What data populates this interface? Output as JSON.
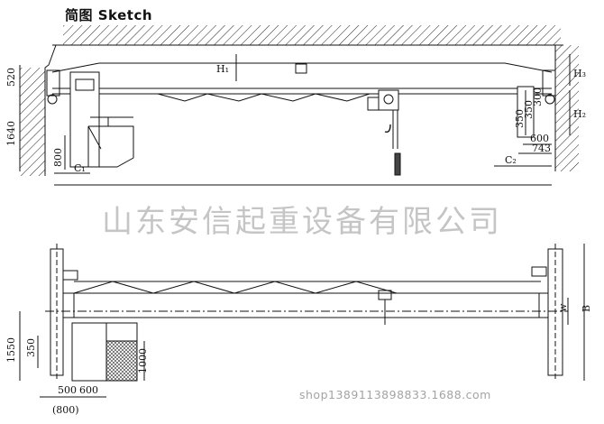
{
  "title": "简图 Sketch",
  "watermark": "山东安信起重设备有限公司",
  "shop_url": "shop1389113898833.1688.com",
  "side_view": {
    "dims": {
      "top_height": "520",
      "side_height": "1640",
      "cab_height": "800",
      "h1": "H₁",
      "h2": "H₂",
      "h3": "H₃",
      "c1": "C₁",
      "c2": "C₂",
      "d350a": "350",
      "d350b": "350",
      "d300": "300",
      "d600": "600",
      "d743": "743"
    }
  },
  "plan_view": {
    "dims": {
      "d1550": "1550",
      "d350": "350",
      "d1000": "1000",
      "d500": "500",
      "d600": "600",
      "d800": "(800)",
      "w": "w",
      "b": "B"
    }
  }
}
